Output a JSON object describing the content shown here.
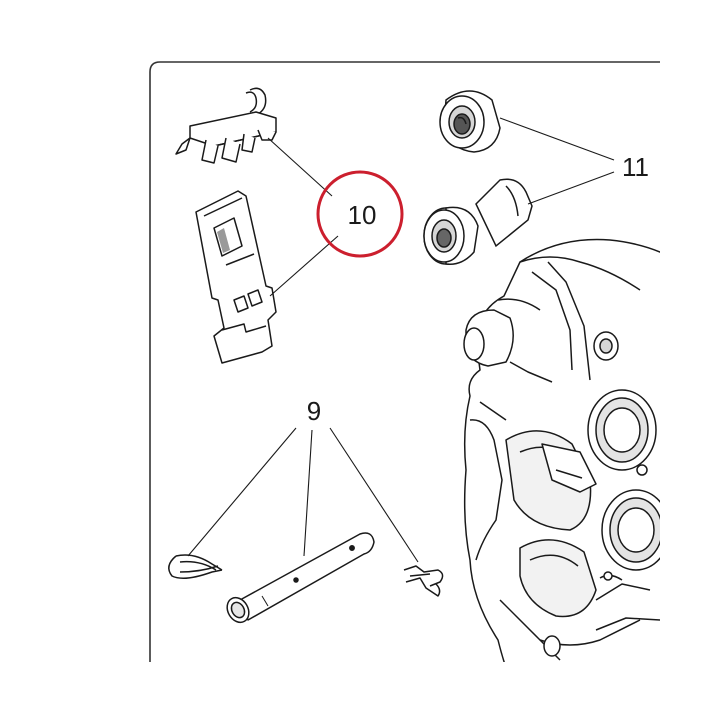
{
  "diagram": {
    "callouts": [
      {
        "id": "part-9",
        "label": "9",
        "highlighted": false
      },
      {
        "id": "part-10",
        "label": "10",
        "highlighted": true
      },
      {
        "id": "part-11",
        "label": "11",
        "highlighted": false
      }
    ],
    "colors": {
      "line": "#1a1a1a",
      "frame": "#333333",
      "highlight": "#cc1f2e",
      "shade": "#9a9a9a",
      "light": "#d6d6d6"
    }
  }
}
